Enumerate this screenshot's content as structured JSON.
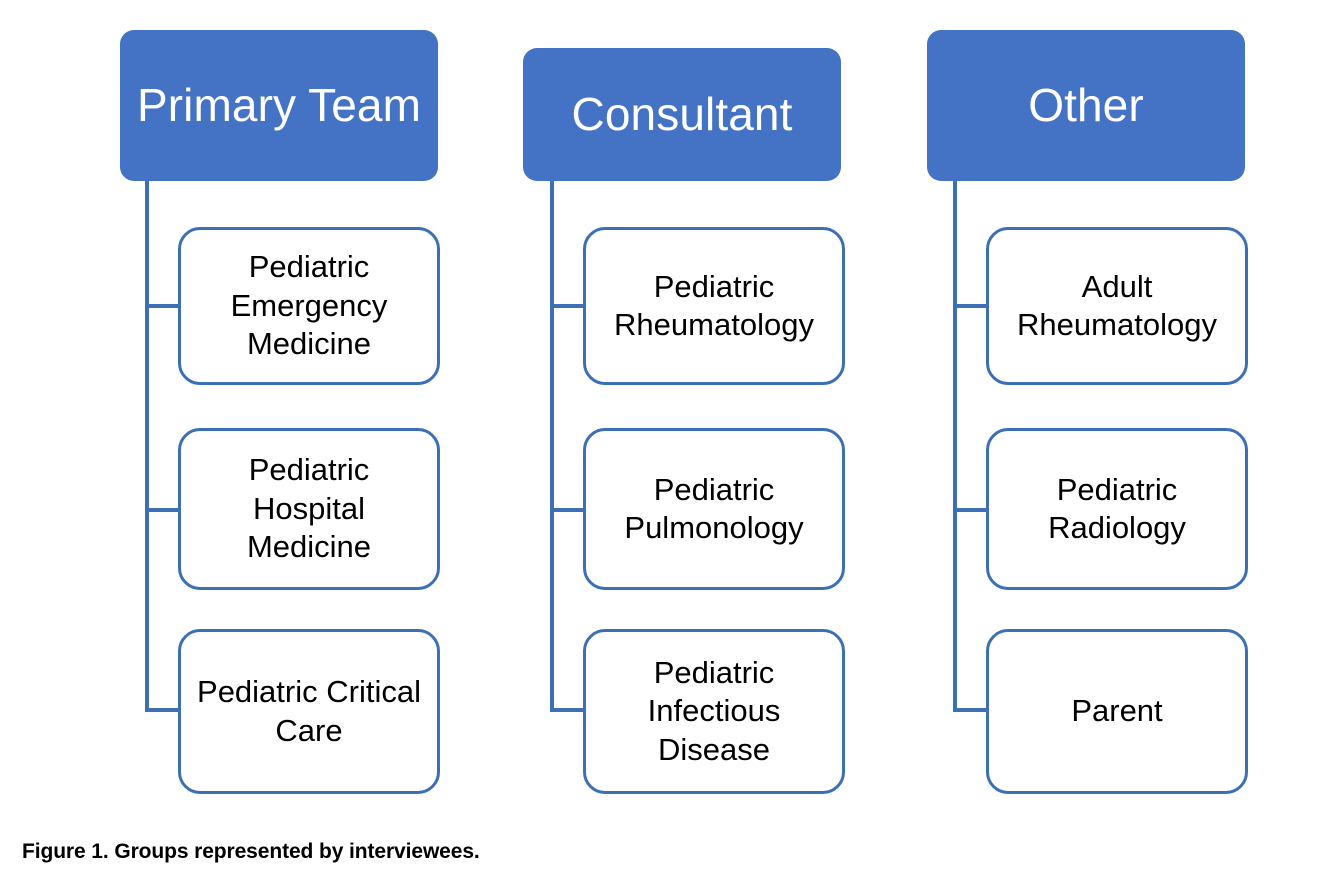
{
  "figure": {
    "caption": "Figure 1. Groups represented by interviewees.",
    "colors": {
      "header_fill": "#4472C4",
      "header_text": "#FFFFFF",
      "box_border": "#3D6FB5",
      "box_fill": "#FFFFFF",
      "box_text": "#000000",
      "connector": "#3D6FB5",
      "background": "#FFFFFF"
    }
  },
  "columns": [
    {
      "header": "Primary Team",
      "items": [
        {
          "label": "Pediatric Emergency Medicine"
        },
        {
          "label": "Pediatric Hospital Medicine"
        },
        {
          "label": "Pediatric Critical Care"
        }
      ]
    },
    {
      "header": "Consultant",
      "items": [
        {
          "label": "Pediatric Rheumatology"
        },
        {
          "label": "Pediatric Pulmonology"
        },
        {
          "label": "Pediatric Infectious Disease"
        }
      ]
    },
    {
      "header": "Other",
      "items": [
        {
          "label": "Adult Rheumatology"
        },
        {
          "label": "Pediatric Radiology"
        },
        {
          "label": "Parent"
        }
      ]
    }
  ]
}
